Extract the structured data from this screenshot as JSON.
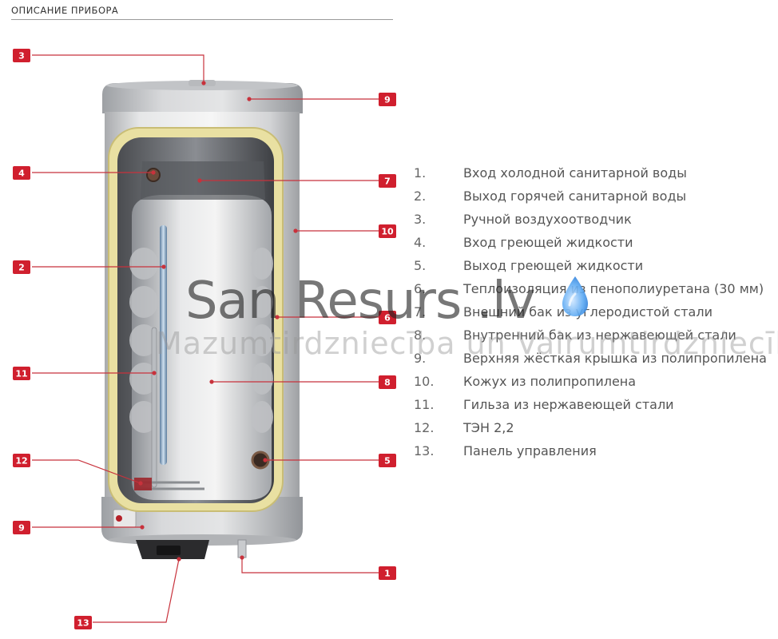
{
  "header": {
    "title": "ОПИСАНИЕ ПРИБОРА"
  },
  "callouts": [
    {
      "label": "3"
    },
    {
      "label": "9"
    },
    {
      "label": "4"
    },
    {
      "label": "7"
    },
    {
      "label": "10"
    },
    {
      "label": "2"
    },
    {
      "label": "6"
    },
    {
      "label": "11"
    },
    {
      "label": "8"
    },
    {
      "label": "12"
    },
    {
      "label": "5"
    },
    {
      "label": "9"
    },
    {
      "label": "1"
    },
    {
      "label": "13"
    }
  ],
  "legend": [
    {
      "num": "1.",
      "text": "Вход холодной санитарной воды"
    },
    {
      "num": "2.",
      "text": "Выход горячей санитарной воды"
    },
    {
      "num": "3.",
      "text": "Ручной воздухоотводчик"
    },
    {
      "num": "4.",
      "text": "Вход греющей жидкости"
    },
    {
      "num": "5.",
      "text": "Выход греющей жидкости"
    },
    {
      "num": "6.",
      "text": "Теплоизоляция из пенополиуретана (30 мм)"
    },
    {
      "num": "7.",
      "text": "Внешний бак из углеродистой стали"
    },
    {
      "num": "8.",
      "text": "Внутренний бак из нержавеющей стали"
    },
    {
      "num": "9.",
      "text": "Верхняя жёсткая крышка из полипропилена"
    },
    {
      "num": "10.",
      "text": "Кожух из полипропилена"
    },
    {
      "num": "11.",
      "text": "Гильза из нержавеющей стали"
    },
    {
      "num": "12.",
      "text": "ТЭН 2,2"
    },
    {
      "num": "13.",
      "text": "Панель управления"
    }
  ],
  "watermark": {
    "title": "San Resurs .lv",
    "subtitle": "Mazumtirdzniecība un Vairumtirdzniecība"
  },
  "colors": {
    "badge": "#d01f2e",
    "leader": "#c8323c",
    "insulation": "#e8dfa0",
    "casing": "#dcdcdc"
  }
}
